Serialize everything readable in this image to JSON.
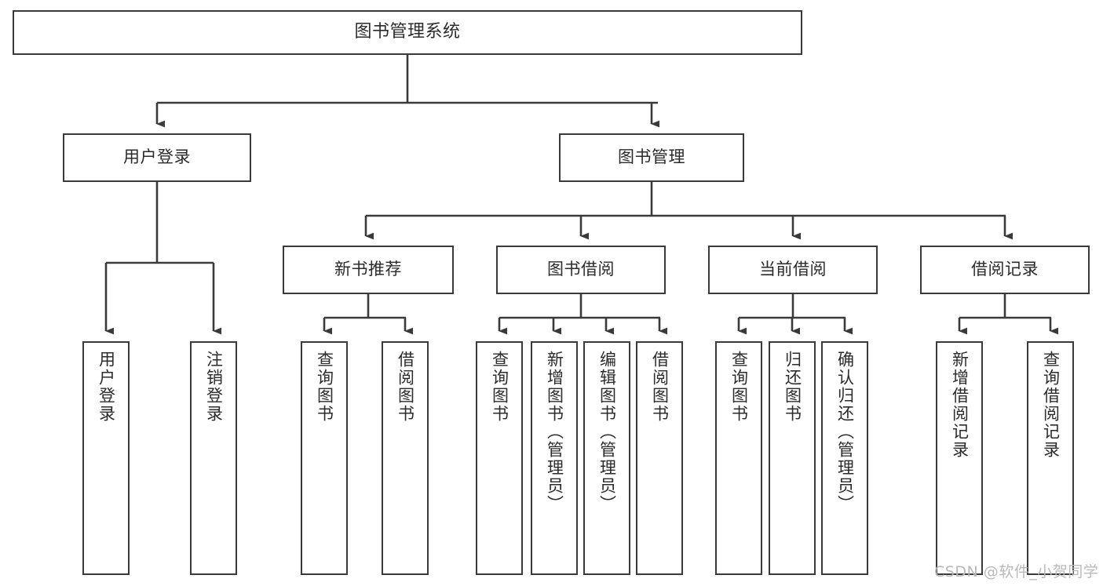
{
  "diagram": {
    "title": "图书管理系统",
    "watermark": "CSDN @软件_小贺同学",
    "stroke_color": "#3a3a3a",
    "background_color": "#ffffff",
    "text_color": "#2b2b2b",
    "watermark_color": "#b9b9b9"
  },
  "nodes": {
    "root": {
      "label": "图书管理系统",
      "level": 0,
      "orientation": "horizontal"
    },
    "l2": [
      {
        "id": "user-login",
        "label": "用户登录",
        "level": 1,
        "orientation": "horizontal"
      },
      {
        "id": "book-manage",
        "label": "图书管理",
        "level": 1,
        "orientation": "horizontal"
      }
    ],
    "l3": [
      {
        "id": "new-book-rec",
        "label": "新书推荐",
        "level": 2,
        "orientation": "horizontal"
      },
      {
        "id": "book-borrow",
        "label": "图书借阅",
        "level": 2,
        "orientation": "horizontal"
      },
      {
        "id": "current-borrow",
        "label": "当前借阅",
        "level": 2,
        "orientation": "horizontal"
      },
      {
        "id": "borrow-record",
        "label": "借阅记录",
        "level": 2,
        "orientation": "horizontal"
      }
    ],
    "leaves": [
      {
        "id": "leaf-user-login",
        "label": "用户登录",
        "parent": "user-login",
        "orientation": "vertical"
      },
      {
        "id": "leaf-user-logout",
        "label": "注销登录",
        "parent": "user-login",
        "orientation": "vertical"
      },
      {
        "id": "leaf-query-book-1",
        "label": "查询图书",
        "parent": "new-book-rec",
        "orientation": "vertical"
      },
      {
        "id": "leaf-borrow-book-1",
        "label": "借阅图书",
        "parent": "new-book-rec",
        "orientation": "vertical"
      },
      {
        "id": "leaf-query-book-2",
        "label": "查询图书",
        "parent": "book-borrow",
        "orientation": "vertical"
      },
      {
        "id": "leaf-add-book",
        "label": "新增图书（管理员）",
        "parent": "book-borrow",
        "orientation": "vertical"
      },
      {
        "id": "leaf-edit-book",
        "label": "编辑图书（管理员）",
        "parent": "book-borrow",
        "orientation": "vertical"
      },
      {
        "id": "leaf-borrow-book-2",
        "label": "借阅图书",
        "parent": "book-borrow",
        "orientation": "vertical"
      },
      {
        "id": "leaf-query-book-3",
        "label": "查询图书",
        "parent": "current-borrow",
        "orientation": "vertical"
      },
      {
        "id": "leaf-return-book",
        "label": "归还图书",
        "parent": "current-borrow",
        "orientation": "vertical"
      },
      {
        "id": "leaf-confirm-return",
        "label": "确认归还（管理员）",
        "parent": "current-borrow",
        "orientation": "vertical"
      },
      {
        "id": "leaf-add-record",
        "label": "新增借阅记录",
        "parent": "borrow-record",
        "orientation": "vertical"
      },
      {
        "id": "leaf-query-record",
        "label": "查询借阅记录",
        "parent": "borrow-record",
        "orientation": "vertical"
      }
    ]
  }
}
